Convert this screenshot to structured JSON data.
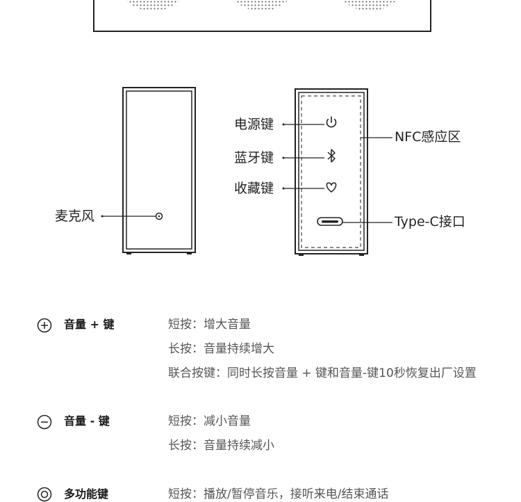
{
  "callouts": {
    "microphone": "麦克风",
    "power": "电源键",
    "bluetooth": "蓝牙键",
    "favorite": "收藏键",
    "nfc": "NFC感应区",
    "typec": "Type-C接口"
  },
  "buttons": [
    {
      "icon": "plus-circle-icon",
      "title": "音量 + 键",
      "lines": [
        "短按：增大音量",
        "长按：音量持续增大",
        "联合按键：同时长按音量 + 键和音量-键10秒恢复出厂设置"
      ]
    },
    {
      "icon": "minus-circle-icon",
      "title": "音量 - 键",
      "lines": [
        "短按：减小音量",
        "长按：音量持续减小"
      ]
    },
    {
      "icon": "double-circle-icon",
      "title": "多功能键",
      "lines": [
        "短按：播放/暂停音乐，接听来电/结束通话"
      ]
    }
  ]
}
